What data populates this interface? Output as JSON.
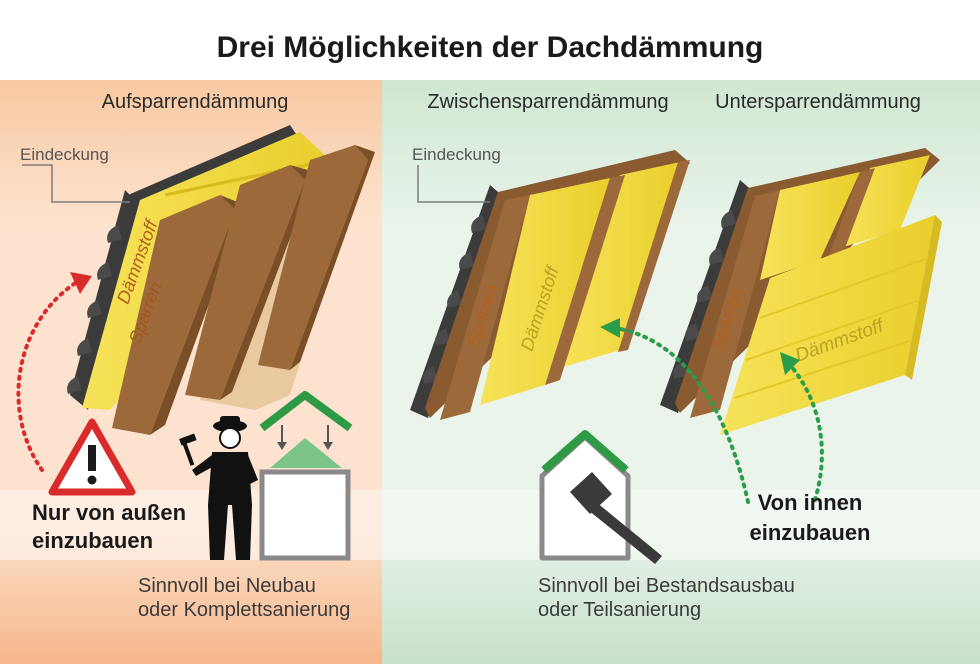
{
  "title": "Drei Möglichkeiten der Dachdämmung",
  "sections": [
    {
      "heading": "Aufsparrendämmung",
      "roof_label": "Eindeckung",
      "insulation_label": "Dämmstoff",
      "rafter_label": "Sparren",
      "warning": "Nur von außen einzubauen",
      "recommendation_line1": "Sinnvoll bei Neubau",
      "recommendation_line2": "oder Komplettsanierung"
    },
    {
      "heading": "Zwischensparrendämmung",
      "roof_label": "Eindeckung",
      "insulation_label": "Dämmstoff",
      "rafter_label": "Sparren"
    },
    {
      "heading": "Untersparrendämmung",
      "insulation_label": "Dämmstoff",
      "rafter_label": "Sparren"
    }
  ],
  "shared": {
    "install_note_line1": "Von innen",
    "install_note_line2": "einzubauen",
    "recommendation_line1": "Sinnvoll bei Bestandsausbau",
    "recommendation_line2": "oder Teilsanierung"
  },
  "colors": {
    "left_panel": "#fbdcc3",
    "right_panel": "#e1efe2",
    "insulation": "#f2dc3c",
    "rafter": "#9c6a3a",
    "roof_tile": "#3b3b3b",
    "red_arrow": "#d92b2b",
    "green_arrow": "#2a9d4a",
    "roof_green": "#2f9a46"
  },
  "icons": [
    "warning-triangle-icon",
    "roofer-with-hammer-icon",
    "new-house-icon",
    "existing-house-icon",
    "hammer-icon"
  ]
}
